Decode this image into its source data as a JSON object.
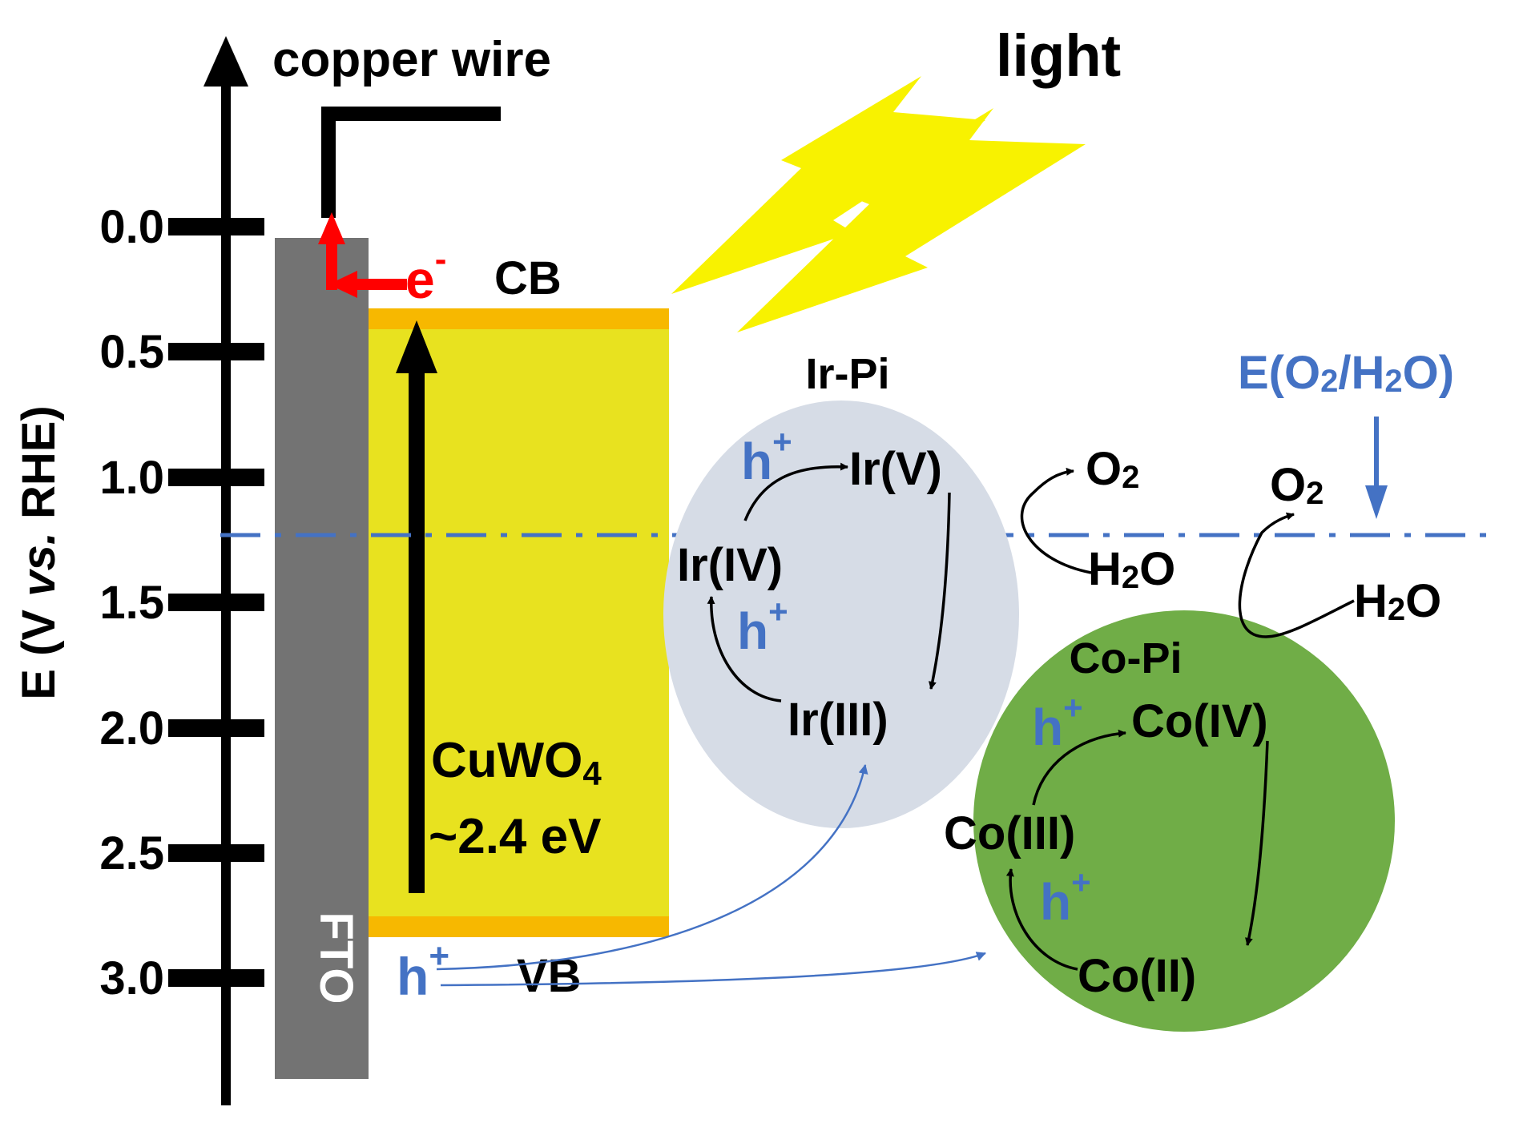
{
  "axis": {
    "label_prefix": "E (V ",
    "label_italic": "vs.",
    "label_suffix": " RHE)",
    "ticks": [
      "0.0",
      "0.5",
      "1.0",
      "1.5",
      "2.0",
      "2.5",
      "3.0"
    ]
  },
  "labels": {
    "copper_wire": "copper wire",
    "light": "light",
    "fto": "FTO",
    "electron": "e",
    "electron_sup": "-",
    "cb": "CB",
    "vb": "VB",
    "material": "CuWO",
    "material_sub": "4",
    "bandgap": "~2.4 eV",
    "hole": "h",
    "hole_sup": "+",
    "e_redox_prefix": "E(O",
    "e_redox_sub1": "2",
    "e_redox_mid": "/H",
    "e_redox_sub2": "2",
    "e_redox_suffix": "O)"
  },
  "ir_pi": {
    "title": "Ir-Pi",
    "state_v": "Ir(V)",
    "state_iv": "Ir(IV)",
    "state_iii": "Ir(III)"
  },
  "co_pi": {
    "title": "Co-Pi",
    "state_iv": "Co(IV)",
    "state_iii": "Co(III)",
    "state_ii": "Co(II)"
  },
  "species": {
    "o2_base": "O",
    "o2_sub": "2",
    "h2o_base": "H",
    "h2o_sub": "2",
    "h2o_suffix": "O"
  },
  "colors": {
    "black": "#000000",
    "fto_gray": "#737373",
    "semiconductor_yellow": "#e8e21f",
    "band_orange": "#f7b800",
    "light_yellow": "#f8f200",
    "electron_red": "#ff0000",
    "hole_blue": "#4472c4",
    "ir_bubble": "#d6dce6",
    "co_bubble": "#70ad47"
  }
}
